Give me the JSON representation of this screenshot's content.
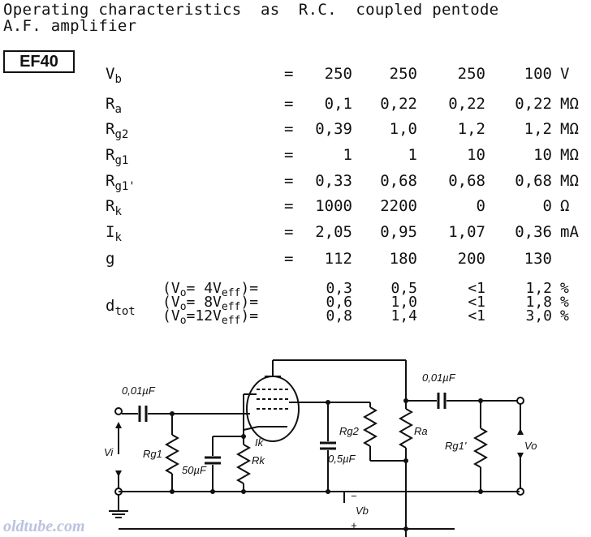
{
  "title_line1": "Operating characteristics  as  R.C.  coupled pentode",
  "title_line2": "A.F. amplifier",
  "tube_type": "EF40",
  "rows": [
    {
      "symbol": "V",
      "subscript": "b",
      "eq": "=",
      "values": [
        "250",
        "250",
        "250",
        "100"
      ],
      "unit": "V"
    },
    {
      "symbol": "R",
      "subscript": "a",
      "eq": "=",
      "values": [
        "0,1",
        "0,22",
        "0,22",
        "0,22"
      ],
      "unit": "MΩ"
    },
    {
      "symbol": "R",
      "subscript": "g2",
      "eq": "=",
      "values": [
        "0,39",
        "1,0",
        "1,2",
        "1,2"
      ],
      "unit": "MΩ"
    },
    {
      "symbol": "R",
      "subscript": "g1",
      "eq": "=",
      "values": [
        "1",
        "1",
        "10",
        "10"
      ],
      "unit": "MΩ"
    },
    {
      "symbol": "R",
      "subscript": "g1'",
      "eq": "=",
      "values": [
        "0,33",
        "0,68",
        "0,68",
        "0,68"
      ],
      "unit": "MΩ"
    },
    {
      "symbol": "R",
      "subscript": "k",
      "eq": "=",
      "values": [
        "1000",
        "2200",
        "0",
        "0"
      ],
      "unit": "Ω"
    },
    {
      "symbol": "I",
      "subscript": "k",
      "eq": "=",
      "values": [
        "2,05",
        "0,95",
        "1,07",
        "0,36"
      ],
      "unit": "mA"
    },
    {
      "symbol": "g",
      "subscript": "",
      "eq": "=",
      "values": [
        "112",
        "180",
        "200",
        "130"
      ],
      "unit": ""
    }
  ],
  "dtot": {
    "symbol": "d",
    "subscript": "tot",
    "rows": [
      {
        "cond_pre": "(V",
        "cond_sub": "o",
        "cond_mid": "= 4V",
        "cond_sub2": "eff",
        "cond_post": ")=",
        "values": [
          "0,3",
          "0,5",
          "<1",
          "1,2"
        ],
        "unit": "%"
      },
      {
        "cond_pre": "(V",
        "cond_sub": "o",
        "cond_mid": "= 8V",
        "cond_sub2": "eff",
        "cond_post": ")=",
        "values": [
          "0,6",
          "1,0",
          "<1",
          "1,8"
        ],
        "unit": "%"
      },
      {
        "cond_pre": "(V",
        "cond_sub": "o",
        "cond_mid": "=12V",
        "cond_sub2": "eff",
        "cond_post": ")=",
        "values": [
          "0,8",
          "1,4",
          "<1",
          "3,0"
        ],
        "unit": "%"
      }
    ]
  },
  "schematic": {
    "c_in": "0,01µF",
    "c_out": "0,01µF",
    "c_k": "50µF",
    "c_g2": "0,5µF",
    "vi": "Vi",
    "vo": "Vo",
    "rg1": "Rg1",
    "rk": "Rk",
    "ik": "Ik",
    "rg2": "Rg2",
    "ra": "Ra",
    "rg1p": "Rg1'",
    "vb": "Vb",
    "vb_minus": "−",
    "vb_plus": "+"
  },
  "watermark": "oldtube.com"
}
